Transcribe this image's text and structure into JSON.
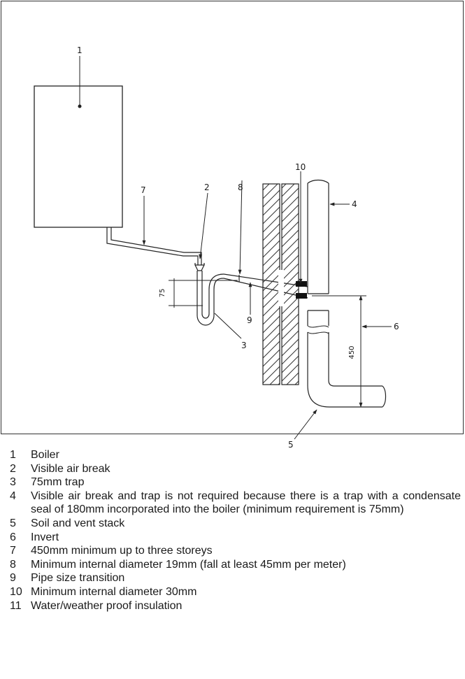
{
  "diagram": {
    "callouts": {
      "c1": "1",
      "c2": "2",
      "c3": "3",
      "c4": "4",
      "c5": "5",
      "c6": "6",
      "c7": "7",
      "c8": "8",
      "c9": "9",
      "c10": "10"
    },
    "dimensions": {
      "trap_depth": "75",
      "stack_height": "450"
    }
  },
  "legend": [
    {
      "number": "1",
      "text": "Boiler"
    },
    {
      "number": "2",
      "text": "Visible air break"
    },
    {
      "number": "3",
      "text": "75mm trap"
    },
    {
      "number": "4",
      "text": "Visible air break and trap is not required because there is a trap with a condensate seal of 180mm incorporated into the boiler (minimum requirement is 75mm)"
    },
    {
      "number": "5",
      "text": "Soil and vent stack"
    },
    {
      "number": "6",
      "text": "Invert"
    },
    {
      "number": "7",
      "text": "450mm minimum up to three storeys"
    },
    {
      "number": "8",
      "text": "Minimum internal diameter 19mm (fall at least 45mm per meter)"
    },
    {
      "number": "9",
      "text": "Pipe size transition"
    },
    {
      "number": "10",
      "text": "Minimum internal diameter 30mm"
    },
    {
      "number": "11",
      "text": "Water/weather proof insulation"
    }
  ]
}
